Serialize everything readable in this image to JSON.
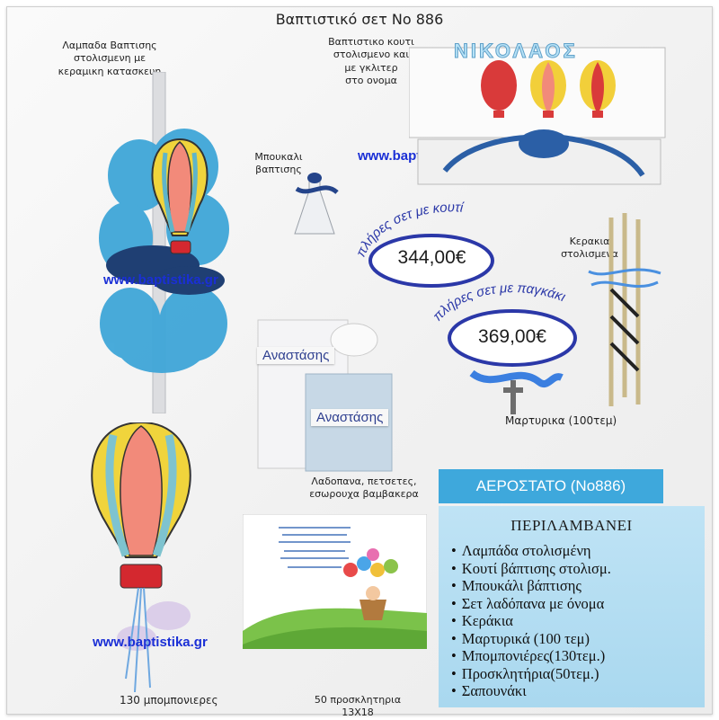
{
  "title": "Βαπτιστικό σετ Νο 886",
  "site": "www.baptistika.gr",
  "labels": {
    "lamp": [
      "Λαμπαδα Βαπτισης",
      "στολισμενη με",
      "κεραμικη κατασκευη"
    ],
    "box": [
      "Βαπτιστικο κουτι",
      "στολισμενο και",
      "με γκλιτερ",
      "στο ονομα"
    ],
    "bottle": [
      "Μπουκαλι",
      "βαπτισης"
    ],
    "candles": [
      "Κερακια",
      "στολισμενα"
    ],
    "martyrika": "Μαρτυρικα (100τεμ)",
    "oil": [
      "Λαδοπανα, πετσετες,",
      "εσωρουχα βαμβακερα"
    ],
    "invitations": [
      "50 προσκλητηρια",
      "13Χ18"
    ],
    "favors": "130 μπομπονιερες"
  },
  "box_name": "ΝΙΚΟΛΑΟΣ",
  "towel_names": [
    "Αναστάσης",
    "Αναστάσης"
  ],
  "prices": {
    "with_box": {
      "caption": "πλήρες σετ με κουτί",
      "price": "344,00€"
    },
    "with_bench": {
      "caption": "πλήρες σετ με παγκάκι",
      "price": "369,00€"
    }
  },
  "panel": {
    "heading": "ΑΕΡΟΣΤΑΤΟ (Νο886)",
    "subheading": "ΠΕΡΙΛΑΜΒΑΝΕΙ",
    "items": [
      "Λαμπάδα στολισμένη",
      "Κουτί βάπτισης στολισμ.",
      "Μπουκάλι βάπτισης",
      "Σετ λαδόπανα με όνομα",
      "Κεράκια",
      "Μαρτυρικά (100 τεμ)",
      "Μπομπονιέρες(130τεμ.)",
      "Προσκλητήρια(50τεμ.)",
      "Σαπουνάκι"
    ]
  },
  "colors": {
    "ribbon": "#3ea8dc",
    "accent": "#2b38a8",
    "site": "#1a2fd6"
  }
}
